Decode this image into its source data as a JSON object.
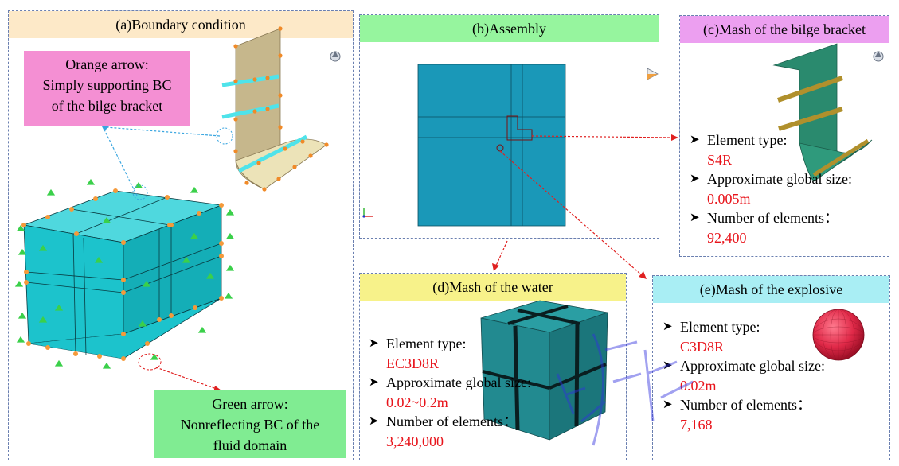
{
  "panels": {
    "a": {
      "title": "(a)Boundary condition",
      "orange_box": [
        "Orange arrow:",
        "Simply supporting BC",
        "of the bilge bracket"
      ],
      "green_box": [
        "Green arrow:",
        "Nonreflecting BC of the",
        "fluid domain"
      ]
    },
    "b": {
      "title": "(b)Assembly"
    },
    "c": {
      "title": "(c)Mash of the bilge bracket",
      "items": [
        {
          "label": "Element type:",
          "value": "S4R"
        },
        {
          "label": "Approximate global size:",
          "value": "0.005m"
        },
        {
          "label": "Number of elements：",
          "value": "92,400"
        }
      ]
    },
    "d": {
      "title": "(d)Mash of the water",
      "items": [
        {
          "label": "Element type:",
          "value": "EC3D8R"
        },
        {
          "label": "Approximate global size:",
          "value": "0.02~0.2m"
        },
        {
          "label": "Number of elements：",
          "value": "3,240,000"
        }
      ]
    },
    "e": {
      "title": "(e)Mash of the explosive",
      "items": [
        {
          "label": "Element type:",
          "value": "C3D8R"
        },
        {
          "label": "Approximate global size:",
          "value": "0.02m"
        },
        {
          "label": "Number of elements：",
          "value": "7,168"
        }
      ]
    }
  },
  "colors": {
    "title_a": "#fde9c8",
    "title_b": "#96f59e",
    "title_c": "#ec9ff0",
    "title_d": "#f7f28a",
    "title_e": "#a9eef4",
    "orange_box": "#f48fd3",
    "green_box": "#80ec92",
    "cube": "#1cc3cc",
    "assembly": "#1a98b8",
    "value_red": "#e8141b",
    "arrow_red": "#e02020",
    "arrow_blue": "#3aa6e0"
  },
  "icons": [
    "triad-icon",
    "view-cube-icon",
    "red-dashed-arrow",
    "blue-dashed-arrow"
  ]
}
